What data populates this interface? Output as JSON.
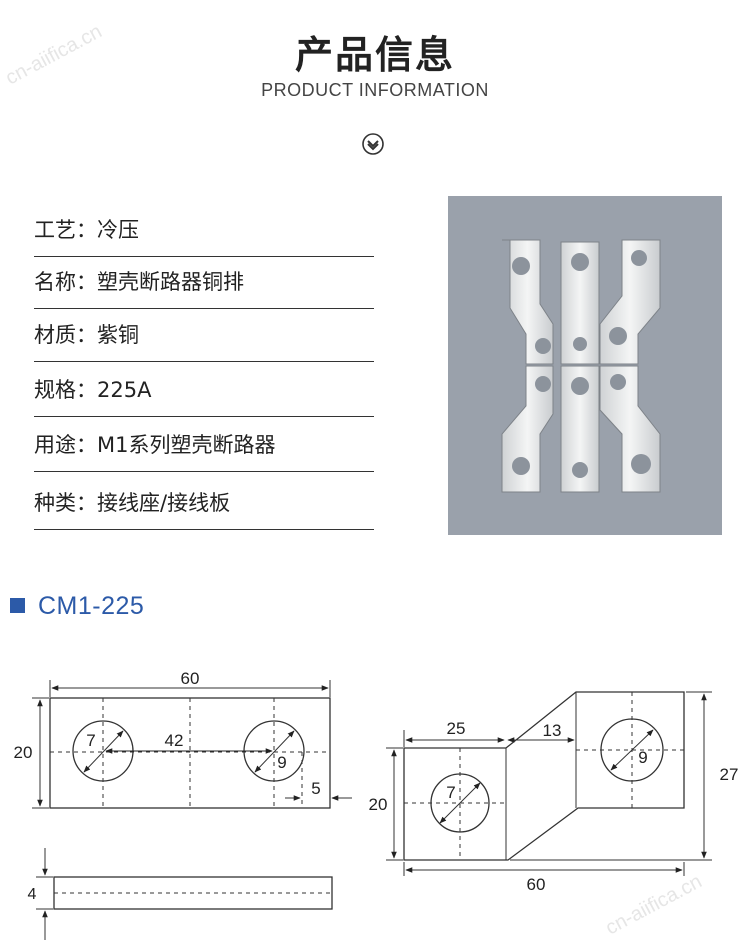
{
  "header": {
    "title_cn": "产品信息",
    "title_en": "PRODUCT INFORMATION",
    "icon": "chevron-down-circle-icon"
  },
  "specs": [
    {
      "text": "工艺：冷压"
    },
    {
      "text": "名称：塑壳断路器铜排"
    },
    {
      "text": "材质：紫铜"
    },
    {
      "text": "规格：225A"
    },
    {
      "text": "用途：M1系列塑壳断路器"
    },
    {
      "text": "种类：接线座/接线板"
    }
  ],
  "section": {
    "label": "CM1-225",
    "accent_color": "#2c5aa8"
  },
  "drawing_left": {
    "length": "60",
    "hole_spacing": "42",
    "height": "20",
    "hole_small": "7",
    "hole_large": "9",
    "edge": "5",
    "thickness": "4"
  },
  "drawing_right": {
    "width_left": "25",
    "width_right": "13",
    "height_left": "20",
    "height_total": "27",
    "length": "60",
    "hole_small": "7",
    "hole_large": "9"
  },
  "watermark": "cn-aiifica.cn"
}
